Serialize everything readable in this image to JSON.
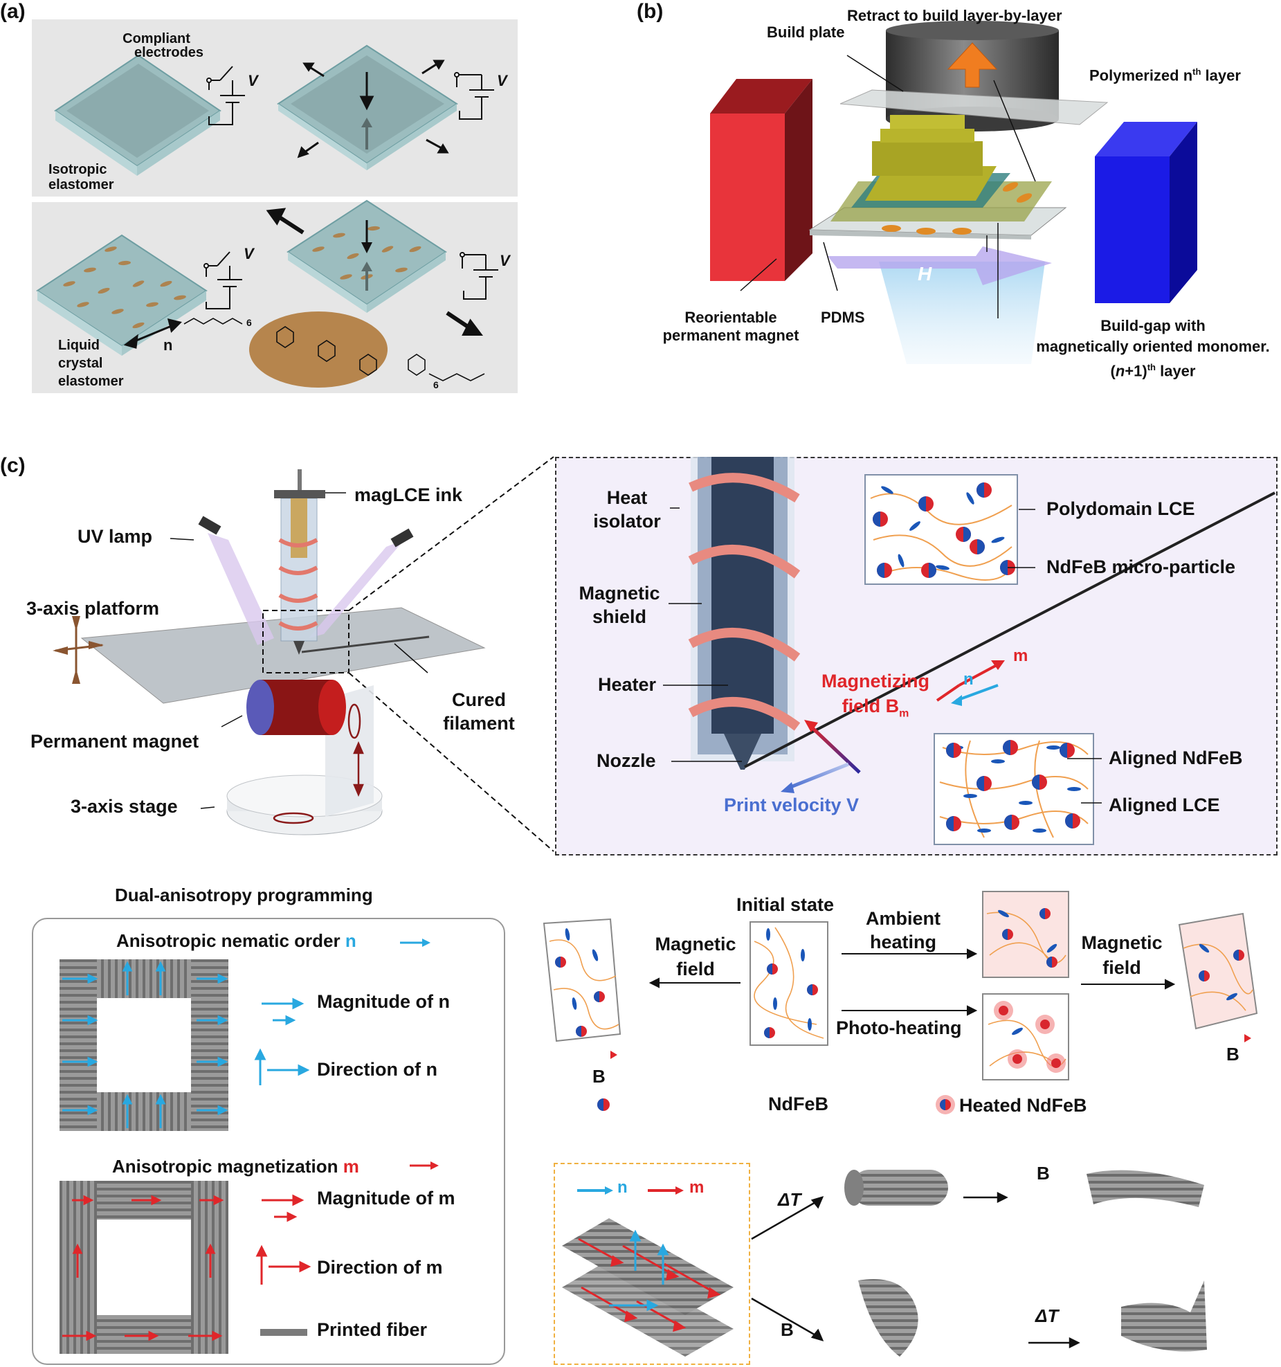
{
  "panel_a": {
    "letter": "(a)",
    "compliant_electrodes": [
      "Compliant",
      "electrodes"
    ],
    "voltage": "V",
    "isotropic": [
      "Isotropic",
      "elastomer"
    ],
    "lce": [
      "Liquid",
      "crystal",
      "elastomer"
    ],
    "n_label": "n",
    "subscript_6": "6"
  },
  "panel_b": {
    "letter": "(b)",
    "retract": "Retract to build layer-by-layer",
    "build_plate": "Build plate",
    "polymerized": "Polymerized n",
    "polymerized_sup": "th",
    "polymerized_suffix": " layer",
    "reorientable": [
      "Reorientable",
      "permanent magnet"
    ],
    "pdms": "PDMS",
    "build_gap": [
      "Build-gap with",
      "magnetically oriented monomer."
    ],
    "n1_layer_prefix": "(",
    "n1_layer_n": "n",
    "n1_layer_mid": "+1)",
    "n1_layer_sup": "th",
    "n1_layer_suffix": " layer",
    "field_h": "H"
  },
  "panel_c": {
    "letter": "(c)",
    "maglce_ink": "magLCE ink",
    "uv_lamp": "UV lamp",
    "platform": "3-axis platform",
    "cured": [
      "Cured",
      "filament"
    ],
    "permanent_magnet": "Permanent magnet",
    "stage": "3-axis stage",
    "heat_isolator": [
      "Heat",
      "isolator"
    ],
    "magnetic_shield": [
      "Magnetic",
      "shield"
    ],
    "heater": "Heater",
    "nozzle": "Nozzle",
    "polydomain": "Polydomain LCE",
    "ndfeb_particle": "NdFeB micro-particle",
    "magnetizing": [
      "Magnetizing",
      "field B"
    ],
    "magnetizing_sub": "m",
    "m": "m",
    "n": "n",
    "print_velocity": "Print velocity V",
    "aligned_ndfeb": "Aligned NdFeB",
    "aligned_lce": "Aligned LCE"
  },
  "dual": {
    "title": "Dual-anisotropy programming",
    "nematic_title": "Anisotropic nematic order",
    "nematic_symbol": "n",
    "magnitude_n": "Magnitude of n",
    "direction_n": "Direction of n",
    "mag_title": "Anisotropic magnetization",
    "mag_symbol": "m",
    "magnitude_m": "Magnitude of m",
    "direction_m": "Direction of m",
    "printed_fiber": "Printed fiber"
  },
  "states": {
    "initial": "Initial state",
    "magnetic_field_left": [
      "Magnetic",
      "field"
    ],
    "ambient": [
      "Ambient",
      "heating"
    ],
    "photo": "Photo-heating",
    "magnetic_field_right": [
      "Magnetic",
      "field"
    ],
    "b_left": "B",
    "b_right": "B",
    "legend_ndfeb": "NdFeB",
    "legend_heated": "Heated NdFeB"
  },
  "actuation": {
    "n": "n",
    "m": "m",
    "delta_t_top": "ΔT",
    "b_top": "B",
    "b_bottom": "B",
    "delta_t_bottom": "ΔT"
  },
  "colors": {
    "red_magnet": "#e8323a",
    "blue_magnet": "#1a1ad6",
    "cyan_arrow": "#29a8e0",
    "red_arrow": "#e0262a",
    "fiber_gray": "#8c8c8c",
    "orange_chain": "#f0a050",
    "velocity_blue": "#4a6fd0"
  }
}
